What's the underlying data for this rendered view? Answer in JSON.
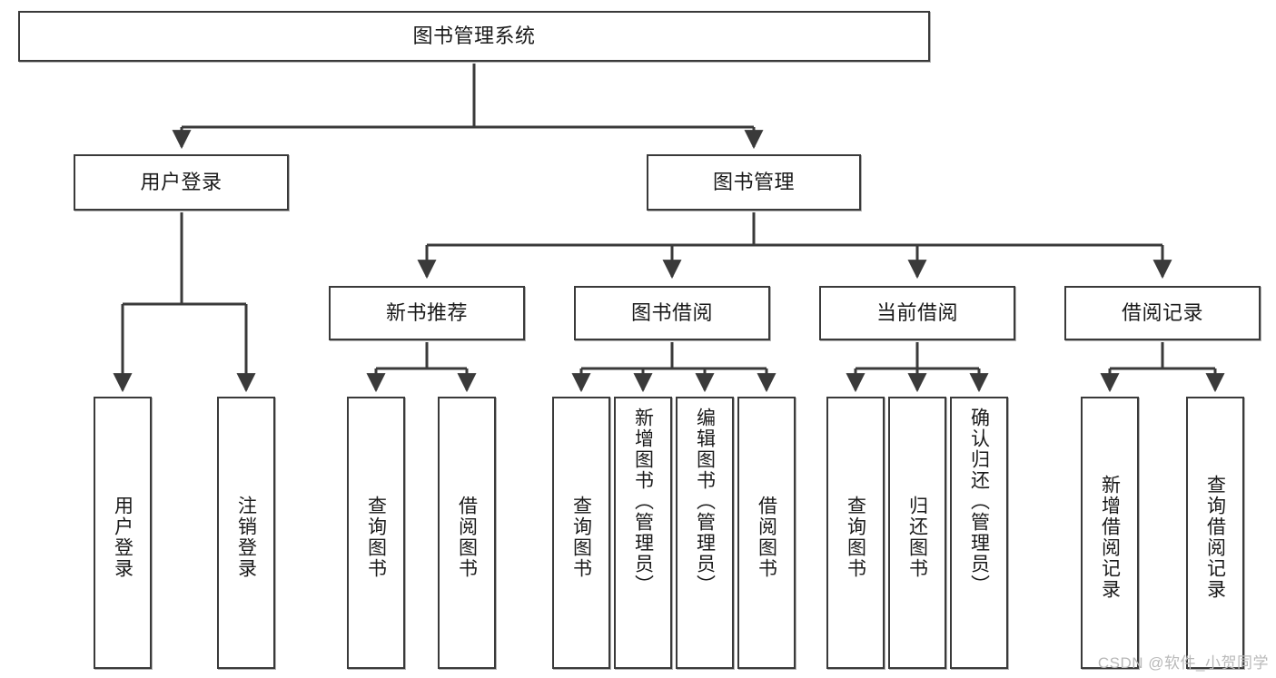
{
  "diagram": {
    "type": "tree",
    "title": "图书管理系统",
    "watermark": "CSDN @软件_小贺同学",
    "colors": {
      "stroke": "#3a3a3a",
      "fill": "#ffffff",
      "text": "#1a1a1a",
      "watermark": "#b9b9b9"
    },
    "levels": {
      "root": {
        "label": "图书管理系统"
      },
      "level2": [
        {
          "label": "用户登录"
        },
        {
          "label": "图书管理"
        }
      ],
      "level3": [
        {
          "label": "新书推荐"
        },
        {
          "label": "图书借阅"
        },
        {
          "label": "当前借阅"
        },
        {
          "label": "借阅记录"
        }
      ],
      "leaves": {
        "user_login": [
          {
            "label": "用户登录"
          },
          {
            "label": "注销登录"
          }
        ],
        "new_book_recommend": [
          {
            "label": "查询图书"
          },
          {
            "label": "借阅图书"
          }
        ],
        "book_borrow": [
          {
            "label": "查询图书"
          },
          {
            "label": "新增图书（管理员）"
          },
          {
            "label": "编辑图书（管理员）"
          },
          {
            "label": "借阅图书"
          }
        ],
        "current_borrow": [
          {
            "label": "查询图书"
          },
          {
            "label": "归还图书"
          },
          {
            "label": "确认归还（管理员）"
          }
        ],
        "borrow_record": [
          {
            "label": "新增借阅记录"
          },
          {
            "label": "查询借阅记录"
          }
        ]
      }
    }
  }
}
